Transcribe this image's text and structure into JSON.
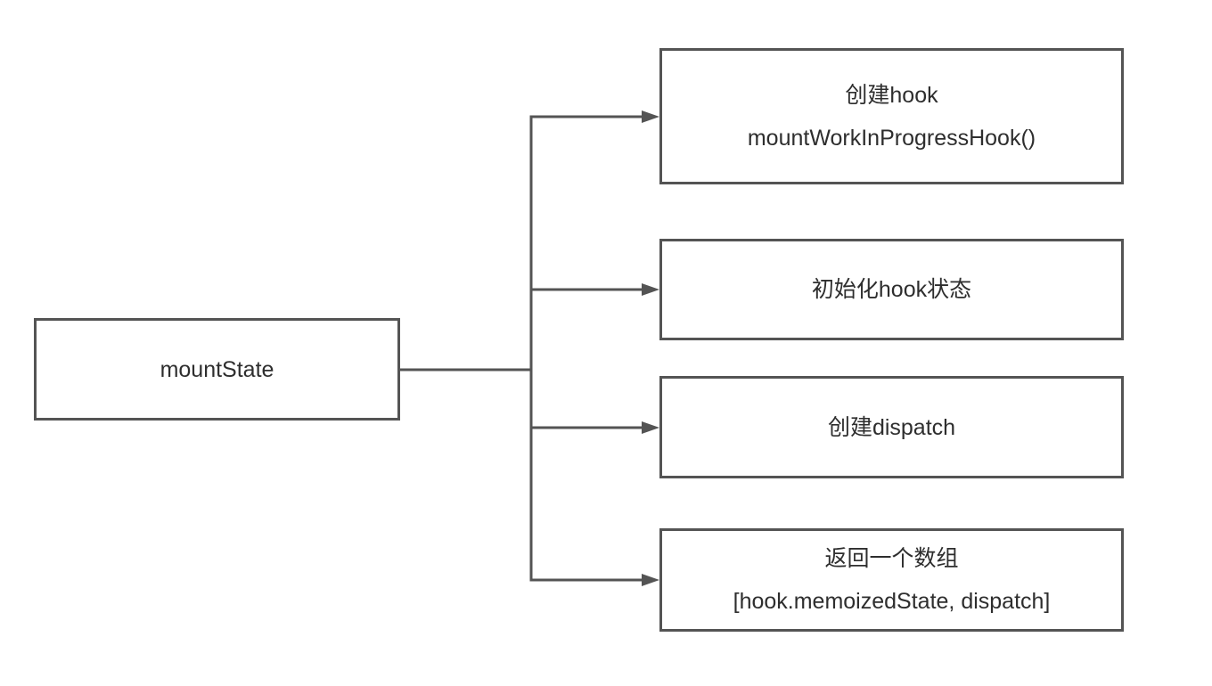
{
  "diagram": {
    "root": {
      "label": "mountState"
    },
    "steps": [
      {
        "lines": [
          "创建hook",
          "mountWorkInProgressHook()"
        ]
      },
      {
        "lines": [
          "初始化hook状态"
        ]
      },
      {
        "lines": [
          "创建dispatch"
        ]
      },
      {
        "lines": [
          "返回一个数组",
          "[hook.memoizedState, dispatch]"
        ]
      }
    ],
    "colors": {
      "line": "#545454",
      "text": "#2e2e2e",
      "box_background": "#ffffff",
      "canvas_background": "#ffffff"
    }
  }
}
